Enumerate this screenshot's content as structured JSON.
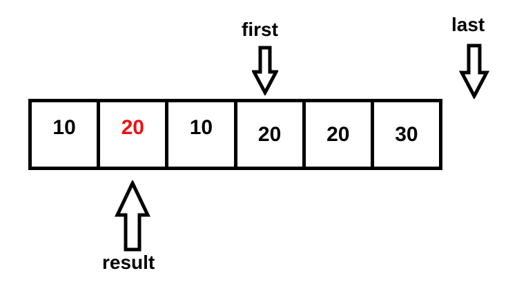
{
  "diagram": {
    "background_color": "#ffffff",
    "outline_color": "#000000",
    "highlight_color": "#ee1111",
    "array": {
      "cells": [
        {
          "value": "10",
          "highlighted": false
        },
        {
          "value": "20",
          "highlighted": true
        },
        {
          "value": "10",
          "highlighted": false
        },
        {
          "value": "20",
          "highlighted": false
        },
        {
          "value": "20",
          "highlighted": false
        },
        {
          "value": "30",
          "highlighted": false
        }
      ]
    },
    "pointers": [
      {
        "label": "first",
        "icon": "arrow-down-icon",
        "direction": "down",
        "target_cell_index": 3
      },
      {
        "label": "last",
        "icon": "arrow-down-icon",
        "direction": "down",
        "target_cell_index": 6
      },
      {
        "label": "result",
        "icon": "arrow-up-icon",
        "direction": "up",
        "target_cell_index": 1
      }
    ]
  }
}
